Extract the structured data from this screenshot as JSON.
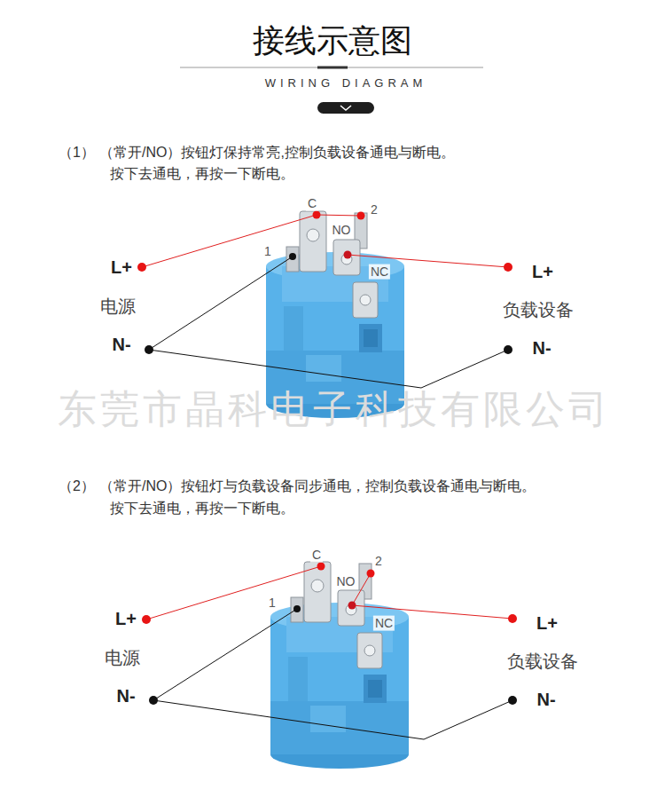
{
  "diagram": {
    "title": "接线示意图",
    "labels": [
      "WIRING DIAGRAM",
      "（1）",
      "（常开/NO）按钮灯保持常亮,控制负载设备通电与断电。",
      "按下去通电，再按一下断电。",
      "C",
      "2",
      "NO",
      "1",
      "NC",
      "L+",
      "电源",
      "N-",
      "L+",
      "负载设备",
      "N-",
      "东莞市晶科电子科技有限公司",
      "（2）",
      "（常开/NO）按钮灯与负载设备同步通电，控制负载设备通电与断电。",
      "按下去通电，再按一下断电。",
      "C",
      "2",
      "NO",
      "1",
      "NC",
      "L+",
      "电源",
      "N-",
      "L+",
      "负载设备",
      "N-"
    ]
  }
}
